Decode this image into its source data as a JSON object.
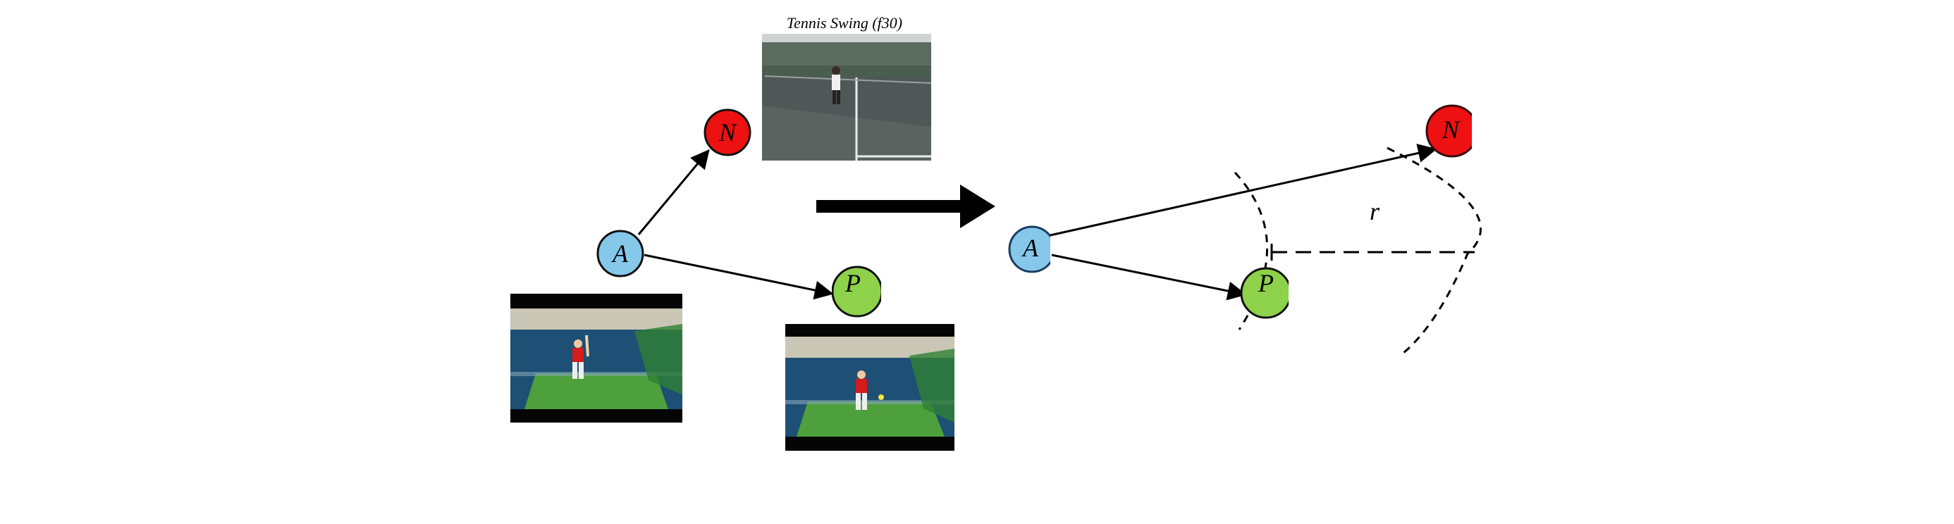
{
  "caption_top": "Tennis Swing (f30)",
  "nodes": {
    "anchor_label": "A",
    "negative_label": "N",
    "positive_label": "P"
  },
  "margin_label": "r",
  "colors": {
    "anchor": "#86c8ea",
    "negative": "#ee1111",
    "positive": "#8ed14a",
    "edge": "#000000"
  },
  "images": {
    "tennis": "tennis court scene with player",
    "cricket_left": "indoor cricket net, batsman ready",
    "cricket_right": "indoor cricket net, batsman swinging"
  }
}
